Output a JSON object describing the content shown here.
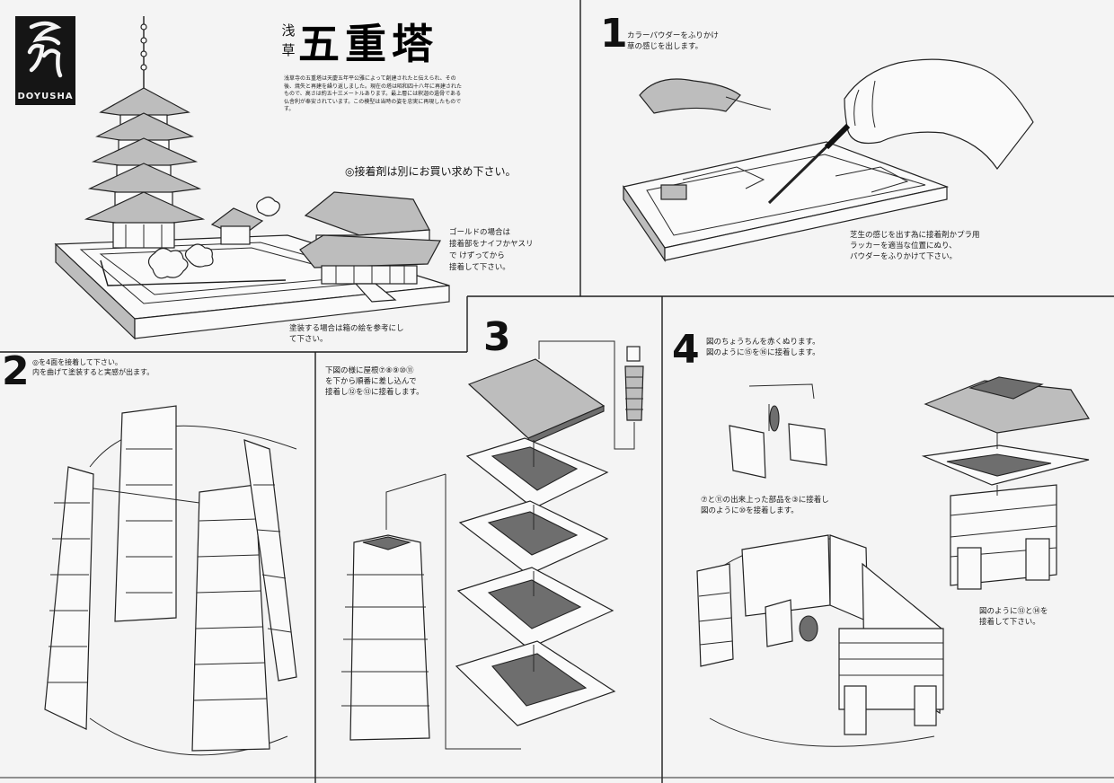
{
  "logo": {
    "brand": "DOYUSHA"
  },
  "header": {
    "subtitle_chars": [
      "浅",
      "草"
    ],
    "title": "五重塔",
    "description": "浅草寺の五重塔は天慶五年平公雅によって創建されたと伝えられ、その後、焼失と再建を繰り返しました。現在の塔は昭和四十八年に再建されたもので、高さは約五十三メートルあります。最上層には釈迦の遺骨である仏舎利が奉安されています。この模型は当時の姿を忠実に再現したものです。",
    "paint_note": "◎接着剤は別にお買い求め下さい。"
  },
  "notes": {
    "gold": [
      "ゴールドの場合は",
      "接着部をナイフかヤスリ",
      "で けずってから",
      "接着して下さい。"
    ],
    "paint": [
      "塗装する場合は箱の絵を参考にし",
      "て下さい。"
    ]
  },
  "steps": [
    {
      "number": "1",
      "lines": [
        "カラーパウダーをふりかけ",
        "草の感じを出します。"
      ],
      "extra": [
        "芝生の感じを出す為に接着剤かプラ用",
        "ラッカーを適当な位置にぬり、",
        "パウダーをふりかけて下さい。"
      ]
    },
    {
      "number": "2",
      "lines": [
        "◎を4面を接着して下さい。",
        "内を曲げて塗装すると実感が出ます。"
      ]
    },
    {
      "number": "3",
      "lines": [
        "下図の様に屋根⑦⑧⑨⑩⑪",
        "を下から順番に差し込んで",
        "接着し⑫を⑬に接着します。"
      ]
    },
    {
      "number": "4",
      "lines": [
        "図のちょうちんを赤くぬります。",
        "図のように⑮を⑯に接着します。"
      ],
      "extra": [
        "⑦と⑪の出来上った部品を③に接着し",
        "図のように⑩を接着します。"
      ],
      "extra2": [
        "図のように⑬と⑭を",
        "接着して下さい。"
      ]
    }
  ]
}
